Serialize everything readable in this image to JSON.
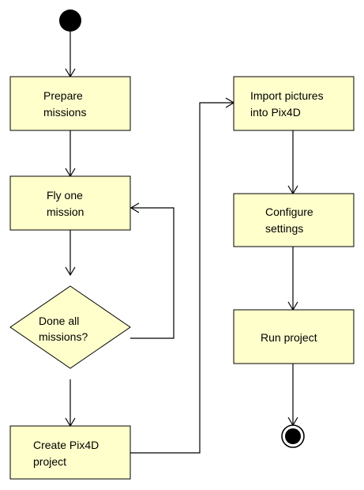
{
  "colors": {
    "node_fill": "#ffffcc",
    "node_stroke": "#000000",
    "edge": "#000000",
    "terminal": "#000000",
    "background": "#ffffff"
  },
  "diagram": {
    "type": "activity-diagram",
    "nodes": {
      "start": {
        "kind": "initial"
      },
      "prepare": {
        "kind": "action",
        "lines": [
          "Prepare",
          "missions"
        ]
      },
      "fly": {
        "kind": "action",
        "lines": [
          "Fly one",
          "mission"
        ]
      },
      "decision": {
        "kind": "decision",
        "lines": [
          "Done all",
          "missions?"
        ]
      },
      "create": {
        "kind": "action",
        "lines": [
          "Create Pix4D",
          "project"
        ]
      },
      "import": {
        "kind": "action",
        "lines": [
          "Import pictures",
          "into Pix4D"
        ]
      },
      "configure": {
        "kind": "action",
        "lines": [
          "Configure",
          "settings"
        ]
      },
      "run": {
        "kind": "action",
        "lines": [
          "Run project"
        ]
      },
      "end": {
        "kind": "final"
      }
    },
    "edges": [
      {
        "from": "start",
        "to": "prepare"
      },
      {
        "from": "prepare",
        "to": "fly"
      },
      {
        "from": "fly",
        "to": "decision"
      },
      {
        "from": "decision",
        "to": "fly"
      },
      {
        "from": "decision",
        "to": "create"
      },
      {
        "from": "create",
        "to": "import"
      },
      {
        "from": "import",
        "to": "configure"
      },
      {
        "from": "configure",
        "to": "run"
      },
      {
        "from": "run",
        "to": "end"
      }
    ]
  }
}
